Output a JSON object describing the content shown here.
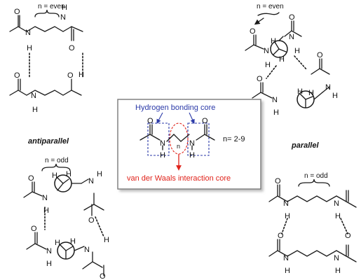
{
  "labels": {
    "n_even": "n = even",
    "n_odd": "n = odd",
    "antiparallel": "antiparallel",
    "parallel": "parallel"
  },
  "atoms": {
    "O": "O",
    "N": "N",
    "H": "H",
    "n": "n"
  },
  "center_box": {
    "hb_core": "Hydrogen bonding core",
    "vdw_core": "van der Waals interaction core",
    "n_range": "n= 2-9"
  },
  "colors": {
    "bond": "#1a1a1a",
    "hb_core": "#2b3aa8",
    "vdw_core": "#e0231b",
    "box_border": "#7a7a7a",
    "box_fill": "#ffffff"
  }
}
